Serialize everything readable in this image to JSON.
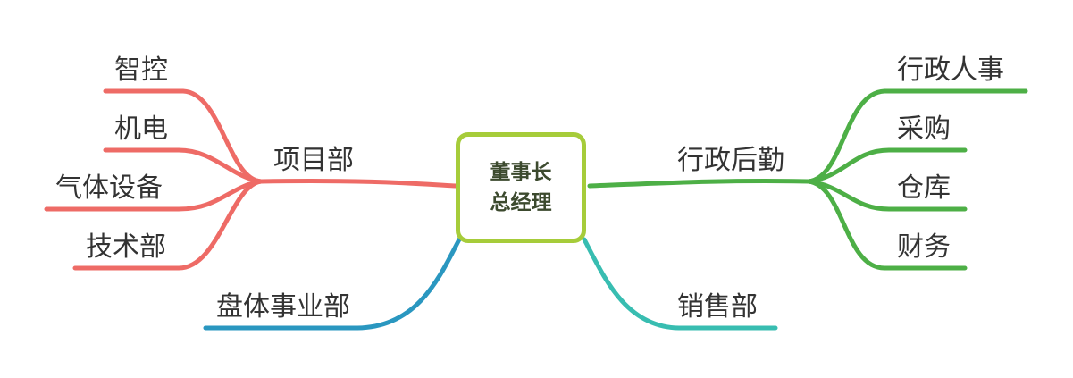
{
  "center": {
    "line1": "董事长",
    "line2": "总经理",
    "border_color": "#a6cc3a"
  },
  "branches": {
    "project": {
      "label": "项目部",
      "color": "#ee6b66",
      "children": [
        "智控",
        "机电",
        "气体设备",
        "技术部"
      ]
    },
    "panti": {
      "label": "盘体事业部",
      "color": "#2a97c0"
    },
    "admin": {
      "label": "行政后勤",
      "color": "#4daf46",
      "children": [
        "行政人事",
        "采购",
        "仓库",
        "财务"
      ]
    },
    "sales": {
      "label": "销售部",
      "color": "#38bdb1"
    }
  }
}
